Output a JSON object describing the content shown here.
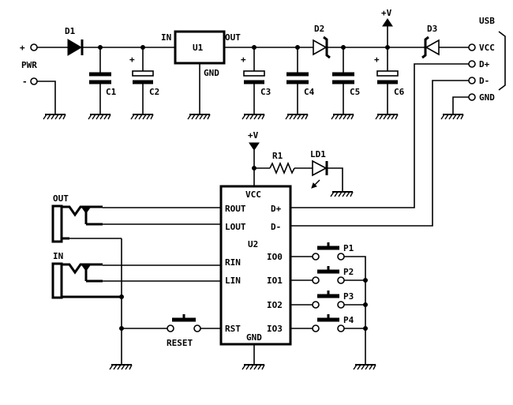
{
  "labels": {
    "pwr_plus": "+",
    "pwr_minus": "-",
    "pwr": "PWR",
    "d1": "D1",
    "c1": "C1",
    "c2": "C2",
    "in": "IN",
    "u1": "U1",
    "out": "OUT",
    "gnd_u1": "GND",
    "c3": "C3",
    "c4": "C4",
    "d2": "D2",
    "c5": "C5",
    "vplus_top": "+V",
    "c6": "C6",
    "d3": "D3",
    "usb": "USB",
    "vcc_pin": "VCC",
    "dplus_pin": "D+",
    "dminus_pin": "D-",
    "gnd_pin": "GND",
    "vplus_mid": "+V",
    "r1": "R1",
    "ld1": "LD1",
    "u2_vcc": "VCC",
    "u2_rout": "ROUT",
    "u2_lout": "LOUT",
    "u2_dplus": "D+",
    "u2_dminus": "D-",
    "u2": "U2",
    "u2_rin": "RIN",
    "u2_lin": "LIN",
    "u2_io0": "IO0",
    "u2_io1": "IO1",
    "u2_io2": "IO2",
    "u2_io3": "IO3",
    "u2_rst": "RST",
    "u2_gnd": "GND",
    "jack_out": "OUT",
    "jack_in": "IN",
    "reset": "RESET",
    "p1": "P1",
    "p2": "P2",
    "p3": "P3",
    "p4": "P4",
    "plus_c2": "+",
    "plus_c3": "+",
    "plus_c6": "+"
  }
}
